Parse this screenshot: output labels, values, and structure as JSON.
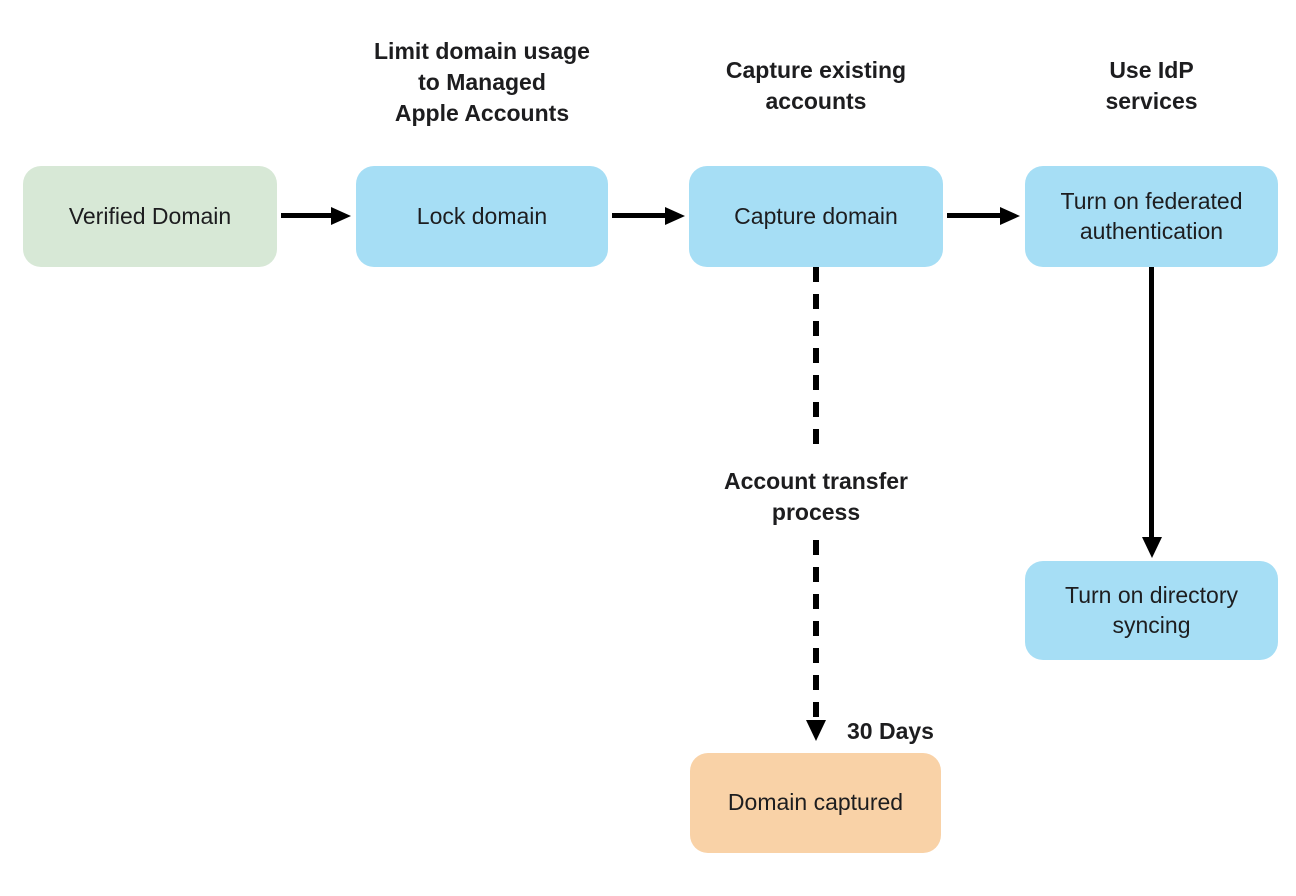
{
  "palette": {
    "green": "#d7e8d6",
    "blue": "#a6def5",
    "orange": "#f9d2a7",
    "line": "#000000",
    "text": "#1d1d1f",
    "background": "#ffffff"
  },
  "nodes": {
    "verified_domain": "Verified Domain",
    "lock_domain": "Lock domain",
    "capture_domain": "Capture domain",
    "federated_auth": "Turn on federated\nauthentication",
    "directory_syncing": "Turn on directory\nsyncing",
    "domain_captured": "Domain captured"
  },
  "captions": {
    "limit_domain": "Limit domain usage\nto Managed\nApple Accounts",
    "capture_existing": "Capture existing\naccounts",
    "use_idp": "Use IdP\nservices",
    "account_transfer": "Account transfer\nprocess",
    "thirty_days": "30 Days"
  }
}
